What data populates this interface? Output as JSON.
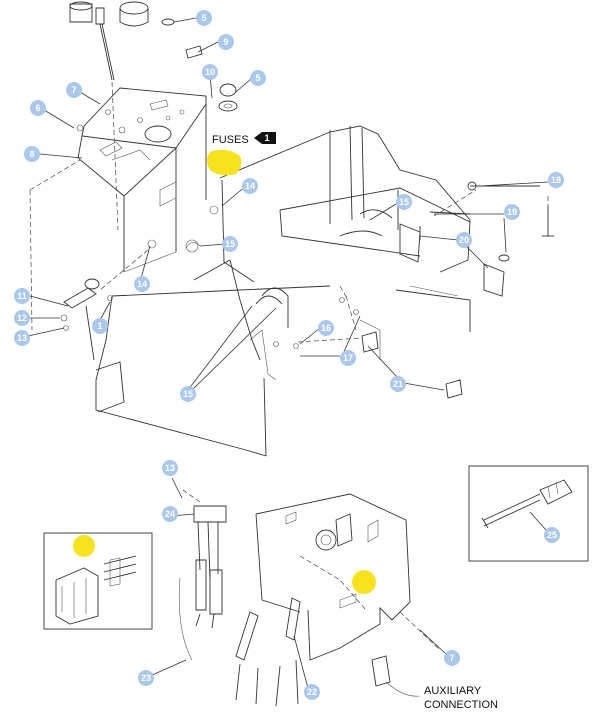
{
  "labels": {
    "fuses": "FUSES",
    "fuses_ref": "1",
    "aux_line1": "AUXILIARY",
    "aux_line2": "CONNECTION"
  },
  "callouts": [
    "5",
    "5",
    "9",
    "10",
    "5",
    "7",
    "6",
    "8",
    "14",
    "15",
    "15",
    "14",
    "18",
    "15",
    "19",
    "20",
    "11",
    "12",
    "13",
    "1",
    "16",
    "17",
    "15",
    "21",
    "13",
    "24",
    "25",
    "23",
    "22",
    "7"
  ],
  "colors": {
    "callout": "#a9c8ec",
    "highlight": "#f7e21b",
    "line": "#333333"
  }
}
